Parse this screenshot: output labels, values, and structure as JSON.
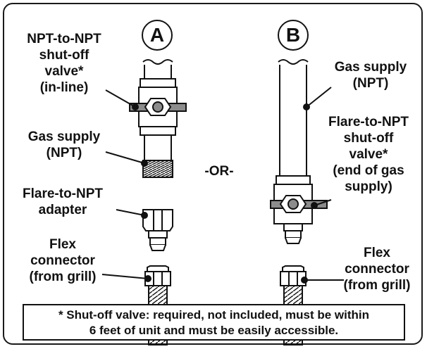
{
  "option_a": {
    "letter": "A",
    "labels": {
      "shutoff_valve": [
        "NPT-to-NPT",
        "shut-off",
        "valve*",
        "(in-line)"
      ],
      "gas_supply": [
        "Gas supply",
        "(NPT)"
      ],
      "adapter": [
        "Flare-to-NPT",
        "adapter"
      ],
      "flex_connector": [
        "Flex",
        "connector",
        "(from grill)"
      ]
    }
  },
  "separator": "-OR-",
  "option_b": {
    "letter": "B",
    "labels": {
      "gas_supply": [
        "Gas supply",
        "(NPT)"
      ],
      "shutoff_valve": [
        "Flare-to-NPT",
        "shut-off",
        "valve*",
        "(end of gas",
        "supply)"
      ],
      "flex_connector": [
        "Flex",
        "connector",
        "(from grill)"
      ]
    }
  },
  "footnote": [
    "* Shut-off valve: required, not included, must be within",
    "6 feet of unit and must be easily accessible."
  ],
  "colors": {
    "line": "#111111",
    "handle": "#8c8c8c",
    "background": "#ffffff"
  }
}
